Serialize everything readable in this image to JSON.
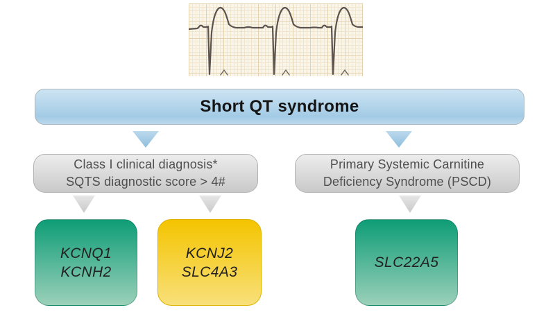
{
  "banner": {
    "label": "Short QT syndrome"
  },
  "ecg": {
    "icon": "ecg-trace-icon"
  },
  "criteria": {
    "left": {
      "line1": "Class I clinical diagnosis*",
      "line2": "SQTS diagnostic score > 4#"
    },
    "right": {
      "line1": "Primary Systemic Carnitine",
      "line2": "Deficiency Syndrome (PSCD)"
    }
  },
  "genes": {
    "box1": {
      "line1": "KCNQ1",
      "line2": "KCNH2"
    },
    "box2": {
      "line1": "KCNJ2",
      "line2": "SLC4A3"
    },
    "box3": {
      "line1": "SLC22A5"
    }
  },
  "icons": {
    "arrow_blue_left": "arrow-down-icon",
    "arrow_blue_right": "arrow-down-icon",
    "arrow_gray_1": "arrow-down-icon",
    "arrow_gray_2": "arrow-down-icon",
    "arrow_gray_3": "arrow-down-icon"
  },
  "colors": {
    "banner_top": "#cde4f3",
    "banner_bottom": "#a3cbe5",
    "arrow_blue": "#bcd9ed",
    "gray_box_top": "#ededed",
    "gray_box_bottom": "#c9c9c9",
    "arrow_gray": "#c9c9c9",
    "green_top": "#0e9d76",
    "green_bottom": "#9bd0ba",
    "yellow_top": "#f4c400",
    "yellow_bottom": "#f8e07a",
    "ecg_paper": "#f9f5e8",
    "ecg_grid": "#f0e6cf",
    "ecg_grid_bold": "#e4d1ae",
    "ecg_trace": "#5c524e"
  }
}
